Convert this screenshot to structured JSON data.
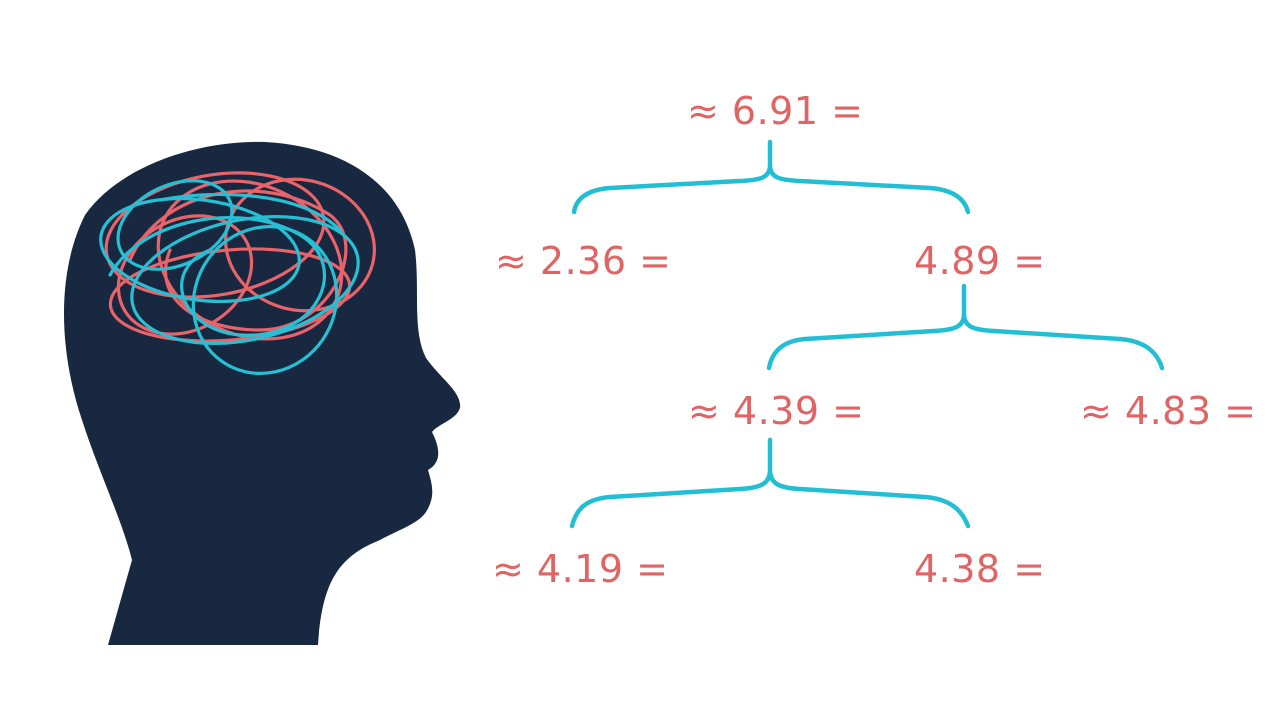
{
  "colors": {
    "head": "#172840",
    "scribble_red": "#e8636a",
    "scribble_cyan": "#27bfd3",
    "tree_line": "#22bfd4",
    "number_text": "#e06464",
    "background": "#ffffff"
  },
  "illustration": {
    "icon": "head-silhouette-with-tangled-thoughts"
  },
  "tree": {
    "root": "≈ 6.91 =",
    "level1": {
      "left": "≈ 2.36 =",
      "right": "4.89 ="
    },
    "level2": {
      "left": "≈ 4.39 =",
      "right": "≈ 4.83 ="
    },
    "level3": {
      "left": "≈ 4.19 =",
      "right": "4.38 ="
    }
  }
}
